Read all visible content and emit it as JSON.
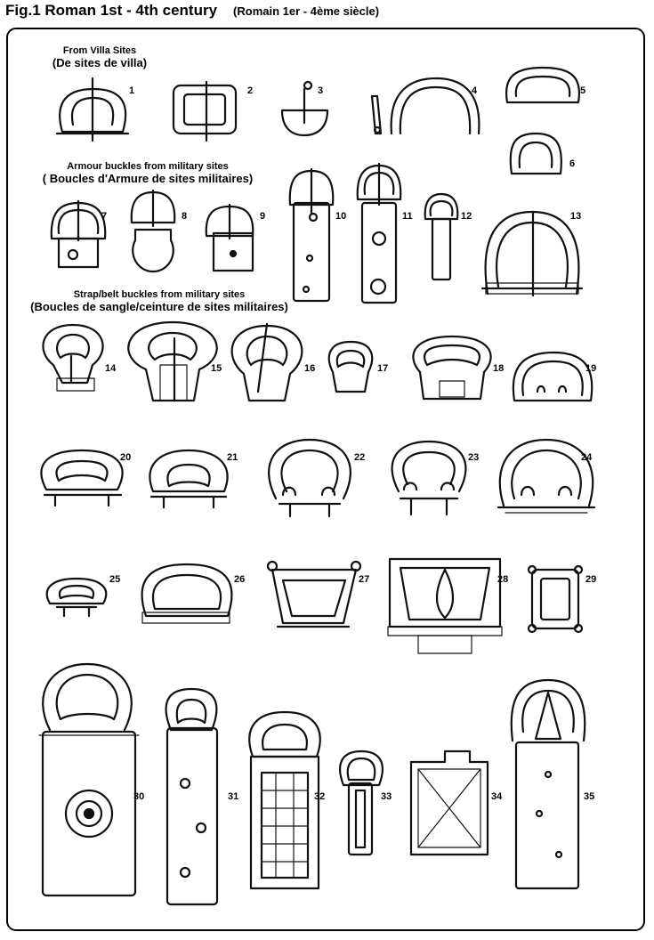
{
  "figure": {
    "title": "Fig.1 Roman 1st - 4th century",
    "subtitle": "(Romain 1er - 4ème siècle)"
  },
  "sections": [
    {
      "id": "villa",
      "en": "From Villa Sites",
      "fr": "(De sites de villa)"
    },
    {
      "id": "armour",
      "en": "Armour buckles from military sites",
      "fr": "( Boucles d'Armure de sites militaires)"
    },
    {
      "id": "strap",
      "en": "Strap/belt buckles from military sites",
      "fr": "(Boucles de sangle/ceinture de sites militaires)"
    }
  ],
  "items": [
    "1",
    "2",
    "3",
    "4",
    "5",
    "6",
    "7",
    "8",
    "9",
    "10",
    "11",
    "12",
    "13",
    "14",
    "15",
    "16",
    "17",
    "18",
    "19",
    "20",
    "21",
    "22",
    "23",
    "24",
    "25",
    "26",
    "27",
    "28",
    "29",
    "30",
    "31",
    "32",
    "33",
    "34",
    "35"
  ]
}
